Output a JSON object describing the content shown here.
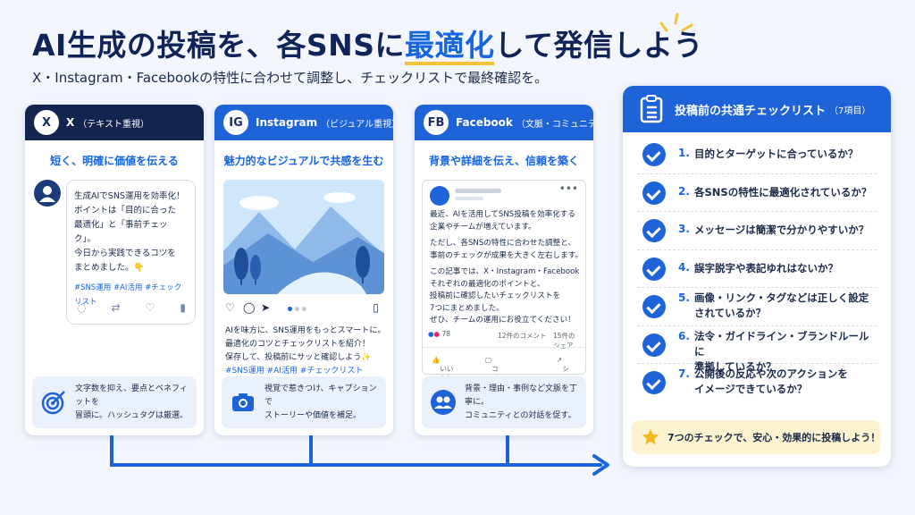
{
  "header": {
    "title_pre": "AI生成の投稿を、各SNSに",
    "title_hl": "最適化",
    "title_post": "して発信しよう",
    "subtitle": "X・Instagram・Facebookの特性に合わせて調整し、チェックリストで最終確認を。"
  },
  "cards": {
    "x": {
      "badge": "X",
      "name": "X",
      "sub": "（テキスト重視）",
      "tagline": "短く、明確に価値を伝える",
      "post_lines": [
        "生成AIでSNS運用を効率化！",
        "ポイントは「目的に合った",
        "最適化」と「事前チェック」。",
        "今日から実践できるコツを",
        "まとめました。👇"
      ],
      "tags": "#SNS運用 #AI活用 #チェックリスト",
      "foot_line1": "文字数を抑え、要点とベネフィットを",
      "foot_line2": "冒頭に。ハッシュタグは厳選。"
    },
    "instagram": {
      "badge": "IG",
      "name": "Instagram",
      "sub": "（ビジュアル重視）",
      "tagline": "魅力的なビジュアルで共感を生む",
      "caption_lines": [
        "AIを味方に、SNS運用をもっとスマートに。",
        "最適化のコツとチェックリストを紹介！",
        "保存して、投稿前にサッと確認しよう✨"
      ],
      "tags": "#SNS運用 #AI活用 #チェックリスト",
      "foot_line1": "視覚で惹きつけ、キャプションで",
      "foot_line2": "ストーリーや価値を補足。"
    },
    "facebook": {
      "badge": "FB",
      "name": "Facebook",
      "sub": "（文脈・コミュニティ重視）",
      "tagline": "背景や詳細を伝え、信頼を築く",
      "para1": [
        "最近、AIを活用してSNS投稿を効率化する",
        "企業やチームが増えています。"
      ],
      "para2": [
        "ただし、各SNSの特性に合わせた調整と、",
        "事前のチェックが成果を大きく左右します。"
      ],
      "para3": [
        "この記事では、X・Instagram・Facebook",
        "それぞれの最適化のポイントと、",
        "投稿前に確認したいチェックリストを",
        "7つにまとめました。",
        "ぜひ、チームの運用にお役立てください！"
      ],
      "reactions": "78",
      "comments": "12件のコメント",
      "shares": "15件のシェア",
      "like_label": "いいね！",
      "comment_label": "コメントする",
      "share_label": "シェア",
      "foot_line1": "背景・理由・事例など文脈を丁寧に。",
      "foot_line2": "コミュニティとの対話を促す。"
    }
  },
  "checklist": {
    "title": "投稿前の共通チェックリスト",
    "count": "（7項目）",
    "items": [
      {
        "num": "1.",
        "line1": "目的とターゲットに合っているか？",
        "line2": ""
      },
      {
        "num": "2.",
        "line1": "各SNSの特性に最適化されているか？",
        "line2": ""
      },
      {
        "num": "3.",
        "line1": "メッセージは簡潔で分かりやすいか？",
        "line2": ""
      },
      {
        "num": "4.",
        "line1": "誤字脱字や表記ゆれはないか？",
        "line2": ""
      },
      {
        "num": "5.",
        "line1": "画像・リンク・タグなどは正しく設定",
        "line2": "されているか？"
      },
      {
        "num": "6.",
        "line1": "法令・ガイドライン・ブランドルールに",
        "line2": "準拠しているか？"
      },
      {
        "num": "7.",
        "line1": "公開後の反応や次のアクションを",
        "line2": "イメージできているか？"
      }
    ],
    "tip": "7つのチェックで、安心・効果的に投稿しよう！"
  },
  "colors": {
    "accent": "#1765e0",
    "navy": "#13244f",
    "highlight": "#f5c23a"
  }
}
